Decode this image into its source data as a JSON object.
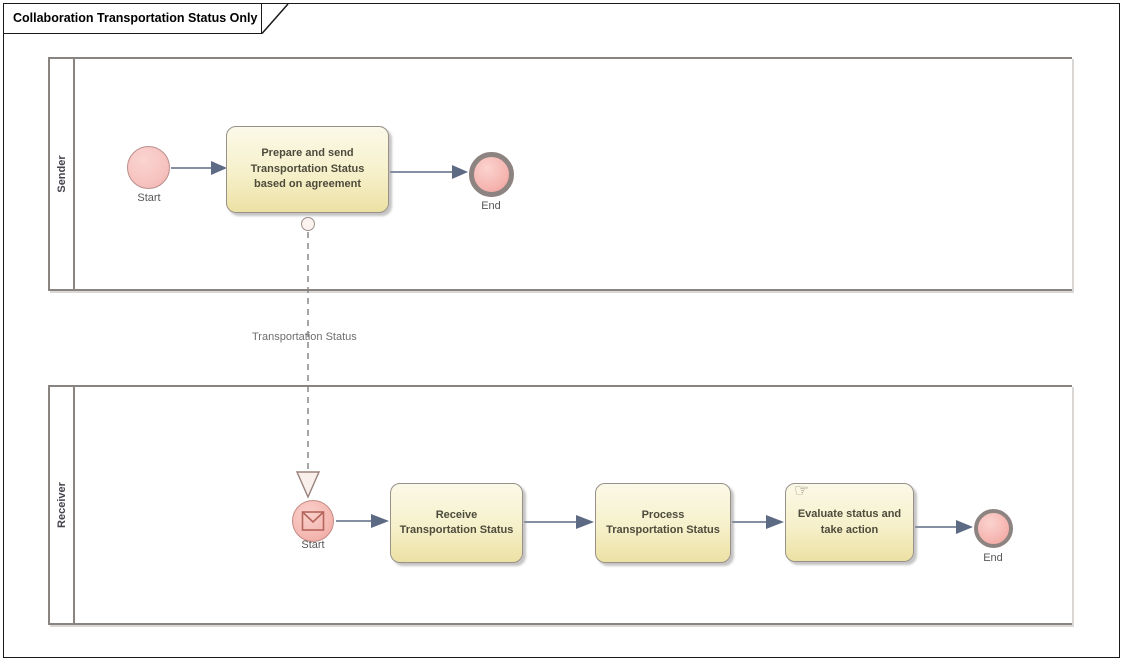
{
  "frame": {
    "title": "Collaboration Transportation Status Only"
  },
  "pools": {
    "sender": {
      "label": "Sender"
    },
    "receiver": {
      "label": "Receiver"
    }
  },
  "sender_lane": {
    "start_event": {
      "label": "Start"
    },
    "task_prepare": {
      "label": "Prepare and send Transportation Status based on agreement"
    },
    "end_event": {
      "label": "End"
    }
  },
  "receiver_lane": {
    "start_event": {
      "label": "Start"
    },
    "task_receive": {
      "label": "Receive Transportation Status"
    },
    "task_process": {
      "label": "Process Transportation Status"
    },
    "task_evaluate": {
      "label": "Evaluate status and take action"
    },
    "end_event": {
      "label": "End"
    }
  },
  "message_flow": {
    "label": "Transportation Status"
  },
  "icons": {
    "manual_task_glyph": "☞",
    "message_start": "envelope-icon"
  },
  "colors": {
    "frame_border": "#1a1a1a",
    "pool_border": "#8a8480",
    "task_fill_top": "#fbf9e8",
    "task_fill_bottom": "#ece1a4",
    "task_border": "#97918a",
    "task_text": "#4d4b3c",
    "event_fill": "#f6c3c0",
    "end_ring": "#8d8380",
    "sequence_flow": "#5c6a84",
    "message_flow_line": "#808080",
    "label_text": "#575757"
  }
}
